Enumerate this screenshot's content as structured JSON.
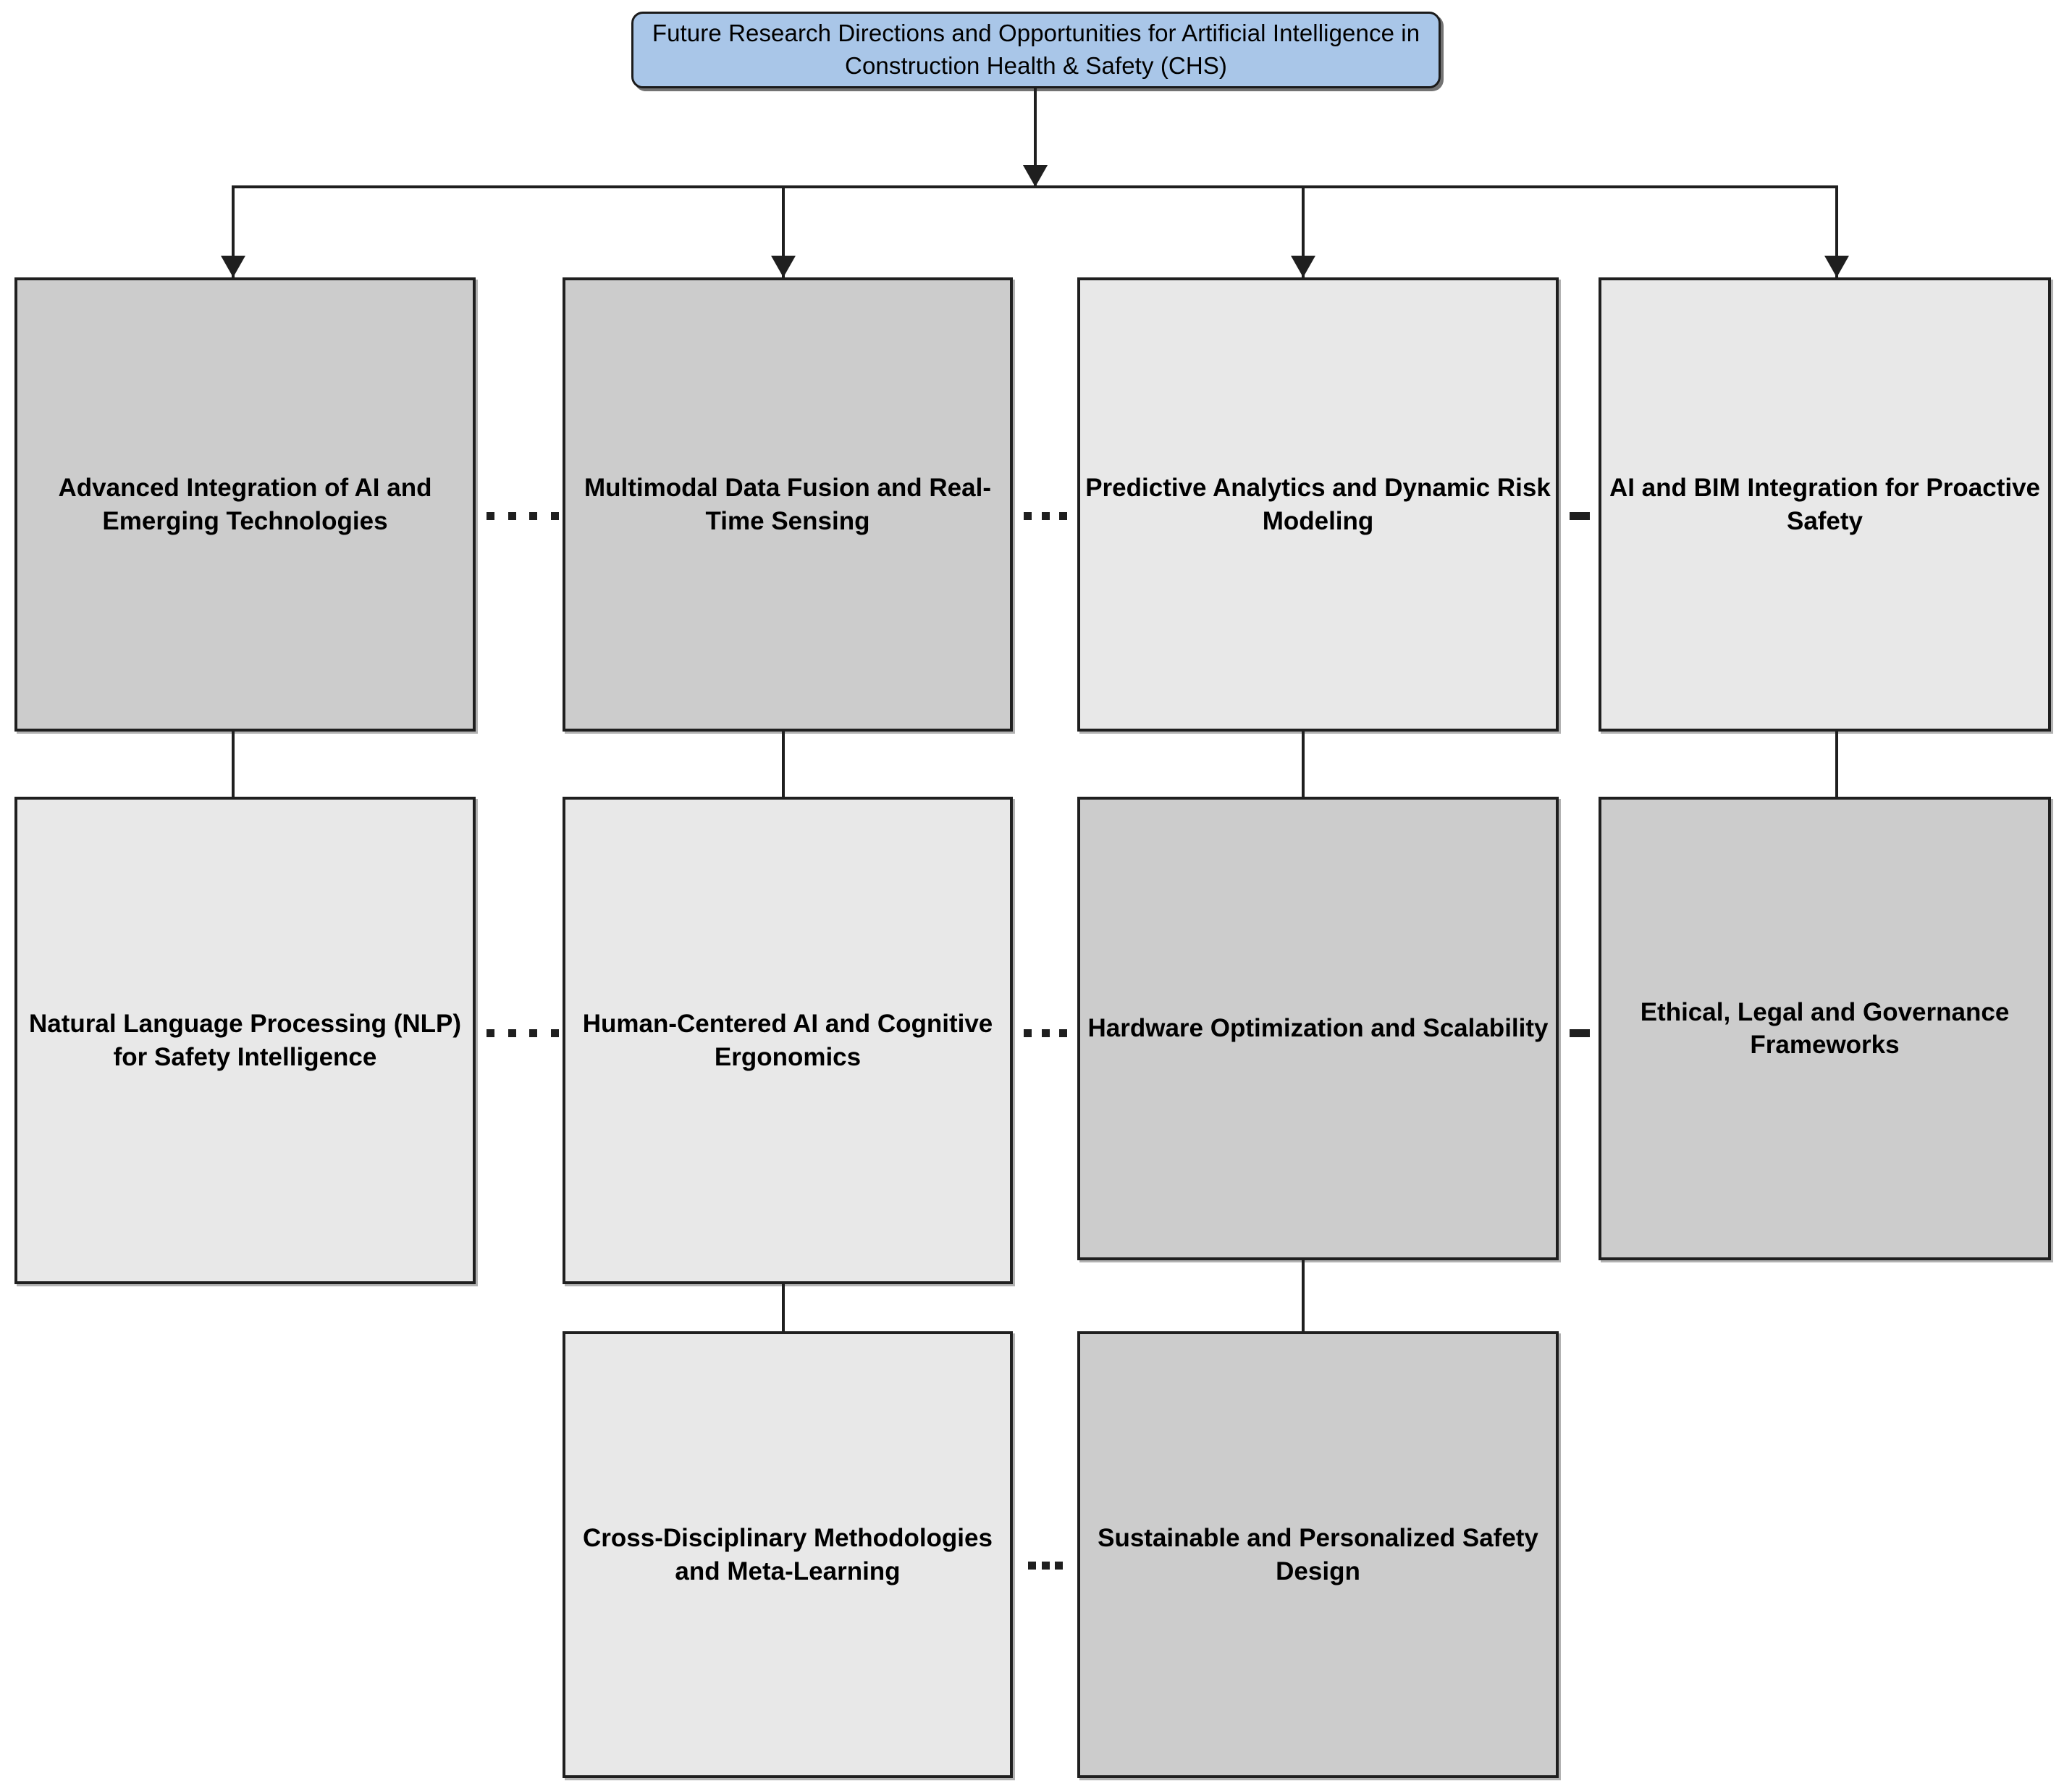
{
  "diagram": {
    "type": "hierarchy-tree",
    "root": {
      "label": "Future Research Directions and Opportunities for Artificial Intelligence in Construction Health & Safety (CHS)",
      "fill_color": "#a9c6e8",
      "border_color": "#1b1b1b",
      "shape": "rounded-rectangle"
    },
    "colors": {
      "fill_dark_gray": "#cccccc",
      "fill_light_gray": "#e8e8e8",
      "border": "#1f1f1f",
      "connector": "#1f1f1f",
      "background": "#ffffff"
    },
    "rows": [
      {
        "row_index": 1,
        "nodes": [
          {
            "id": "n1",
            "label": "Advanced Integration of AI and Emerging Technologies",
            "fill": "dark"
          },
          {
            "id": "n2",
            "label": "Multimodal Data Fusion and Real-Time Sensing",
            "fill": "dark"
          },
          {
            "id": "n3",
            "label": "Predictive Analytics and Dynamic Risk Modeling",
            "fill": "light"
          },
          {
            "id": "n4",
            "label": "AI and BIM Integration for Proactive Safety",
            "fill": "light"
          }
        ]
      },
      {
        "row_index": 2,
        "nodes": [
          {
            "id": "n5",
            "label": "Natural Language Processing (NLP) for Safety Intelligence",
            "fill": "light"
          },
          {
            "id": "n6",
            "label": "Human-Centered AI and Cognitive Ergonomics",
            "fill": "light"
          },
          {
            "id": "n7",
            "label": "Hardware Optimization and Scalability",
            "fill": "dark"
          },
          {
            "id": "n8",
            "label": "Ethical, Legal and Governance Frameworks",
            "fill": "dark"
          }
        ]
      },
      {
        "row_index": 3,
        "nodes": [
          {
            "id": "n9",
            "label": "Cross-Disciplinary Methodologies and Meta-Learning",
            "fill": "light"
          },
          {
            "id": "n10",
            "label": "Sustainable and Personalized Safety Design",
            "fill": "dark"
          }
        ]
      }
    ],
    "connectors": {
      "root_to_row1": {
        "style": "solid-with-arrowhead",
        "count": 4
      },
      "row1_to_row2": {
        "style": "solid-plain",
        "count": 4
      },
      "row2_to_row3": {
        "style": "solid-plain",
        "count": 2
      },
      "sibling_links": {
        "style": "dotted",
        "row1_count": 3,
        "row2_count": 3,
        "row3_count": 1
      }
    }
  }
}
